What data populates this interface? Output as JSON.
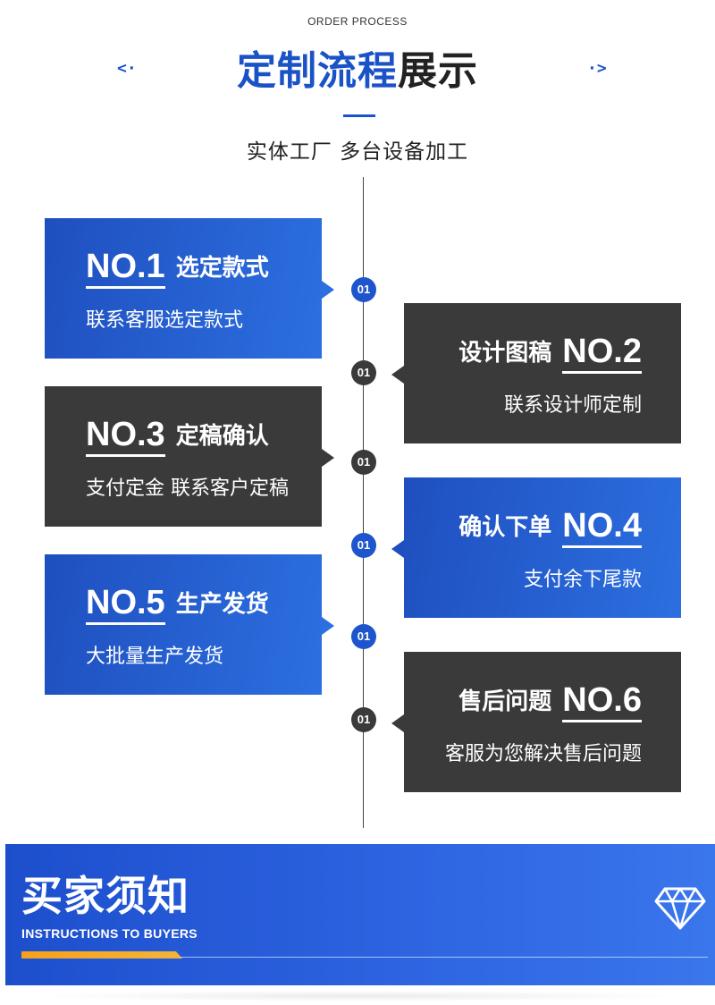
{
  "header": {
    "subtitle": "ORDER PROCESS",
    "title_highlight": "定制流程",
    "title_rest": "展示",
    "arrow_left": "<·",
    "arrow_right": "·>",
    "tagline": "实体工厂  多台设备加工"
  },
  "steps": [
    {
      "no": "NO.1",
      "name": "选定款式",
      "desc": "联系客服选定款式",
      "dot": "01",
      "side": "left",
      "style": "blue"
    },
    {
      "no": "NO.2",
      "name": "设计图稿",
      "desc": "联系设计师定制",
      "dot": "01",
      "side": "right",
      "style": "dark"
    },
    {
      "no": "NO.3",
      "name": "定稿确认",
      "desc": "支付定金 联系客户定稿",
      "dot": "01",
      "side": "left",
      "style": "dark"
    },
    {
      "no": "NO.4",
      "name": "确认下单",
      "desc": "支付余下尾款",
      "dot": "01",
      "side": "right",
      "style": "blue"
    },
    {
      "no": "NO.5",
      "name": "生产发货",
      "desc": "大批量生产发货",
      "dot": "01",
      "side": "left",
      "style": "blue"
    },
    {
      "no": "NO.6",
      "name": "售后问题",
      "desc": "客服为您解决售后问题",
      "dot": "01",
      "side": "right",
      "style": "dark"
    }
  ],
  "banner": {
    "title": "买家须知",
    "subtitle": "INSTRUCTIONS TO BUYERS",
    "icon": "diamond-icon",
    "accent_color": "#f6a11b"
  },
  "colors": {
    "brand_blue": "#1a52c8",
    "dark_card": "#3a3a3a"
  }
}
